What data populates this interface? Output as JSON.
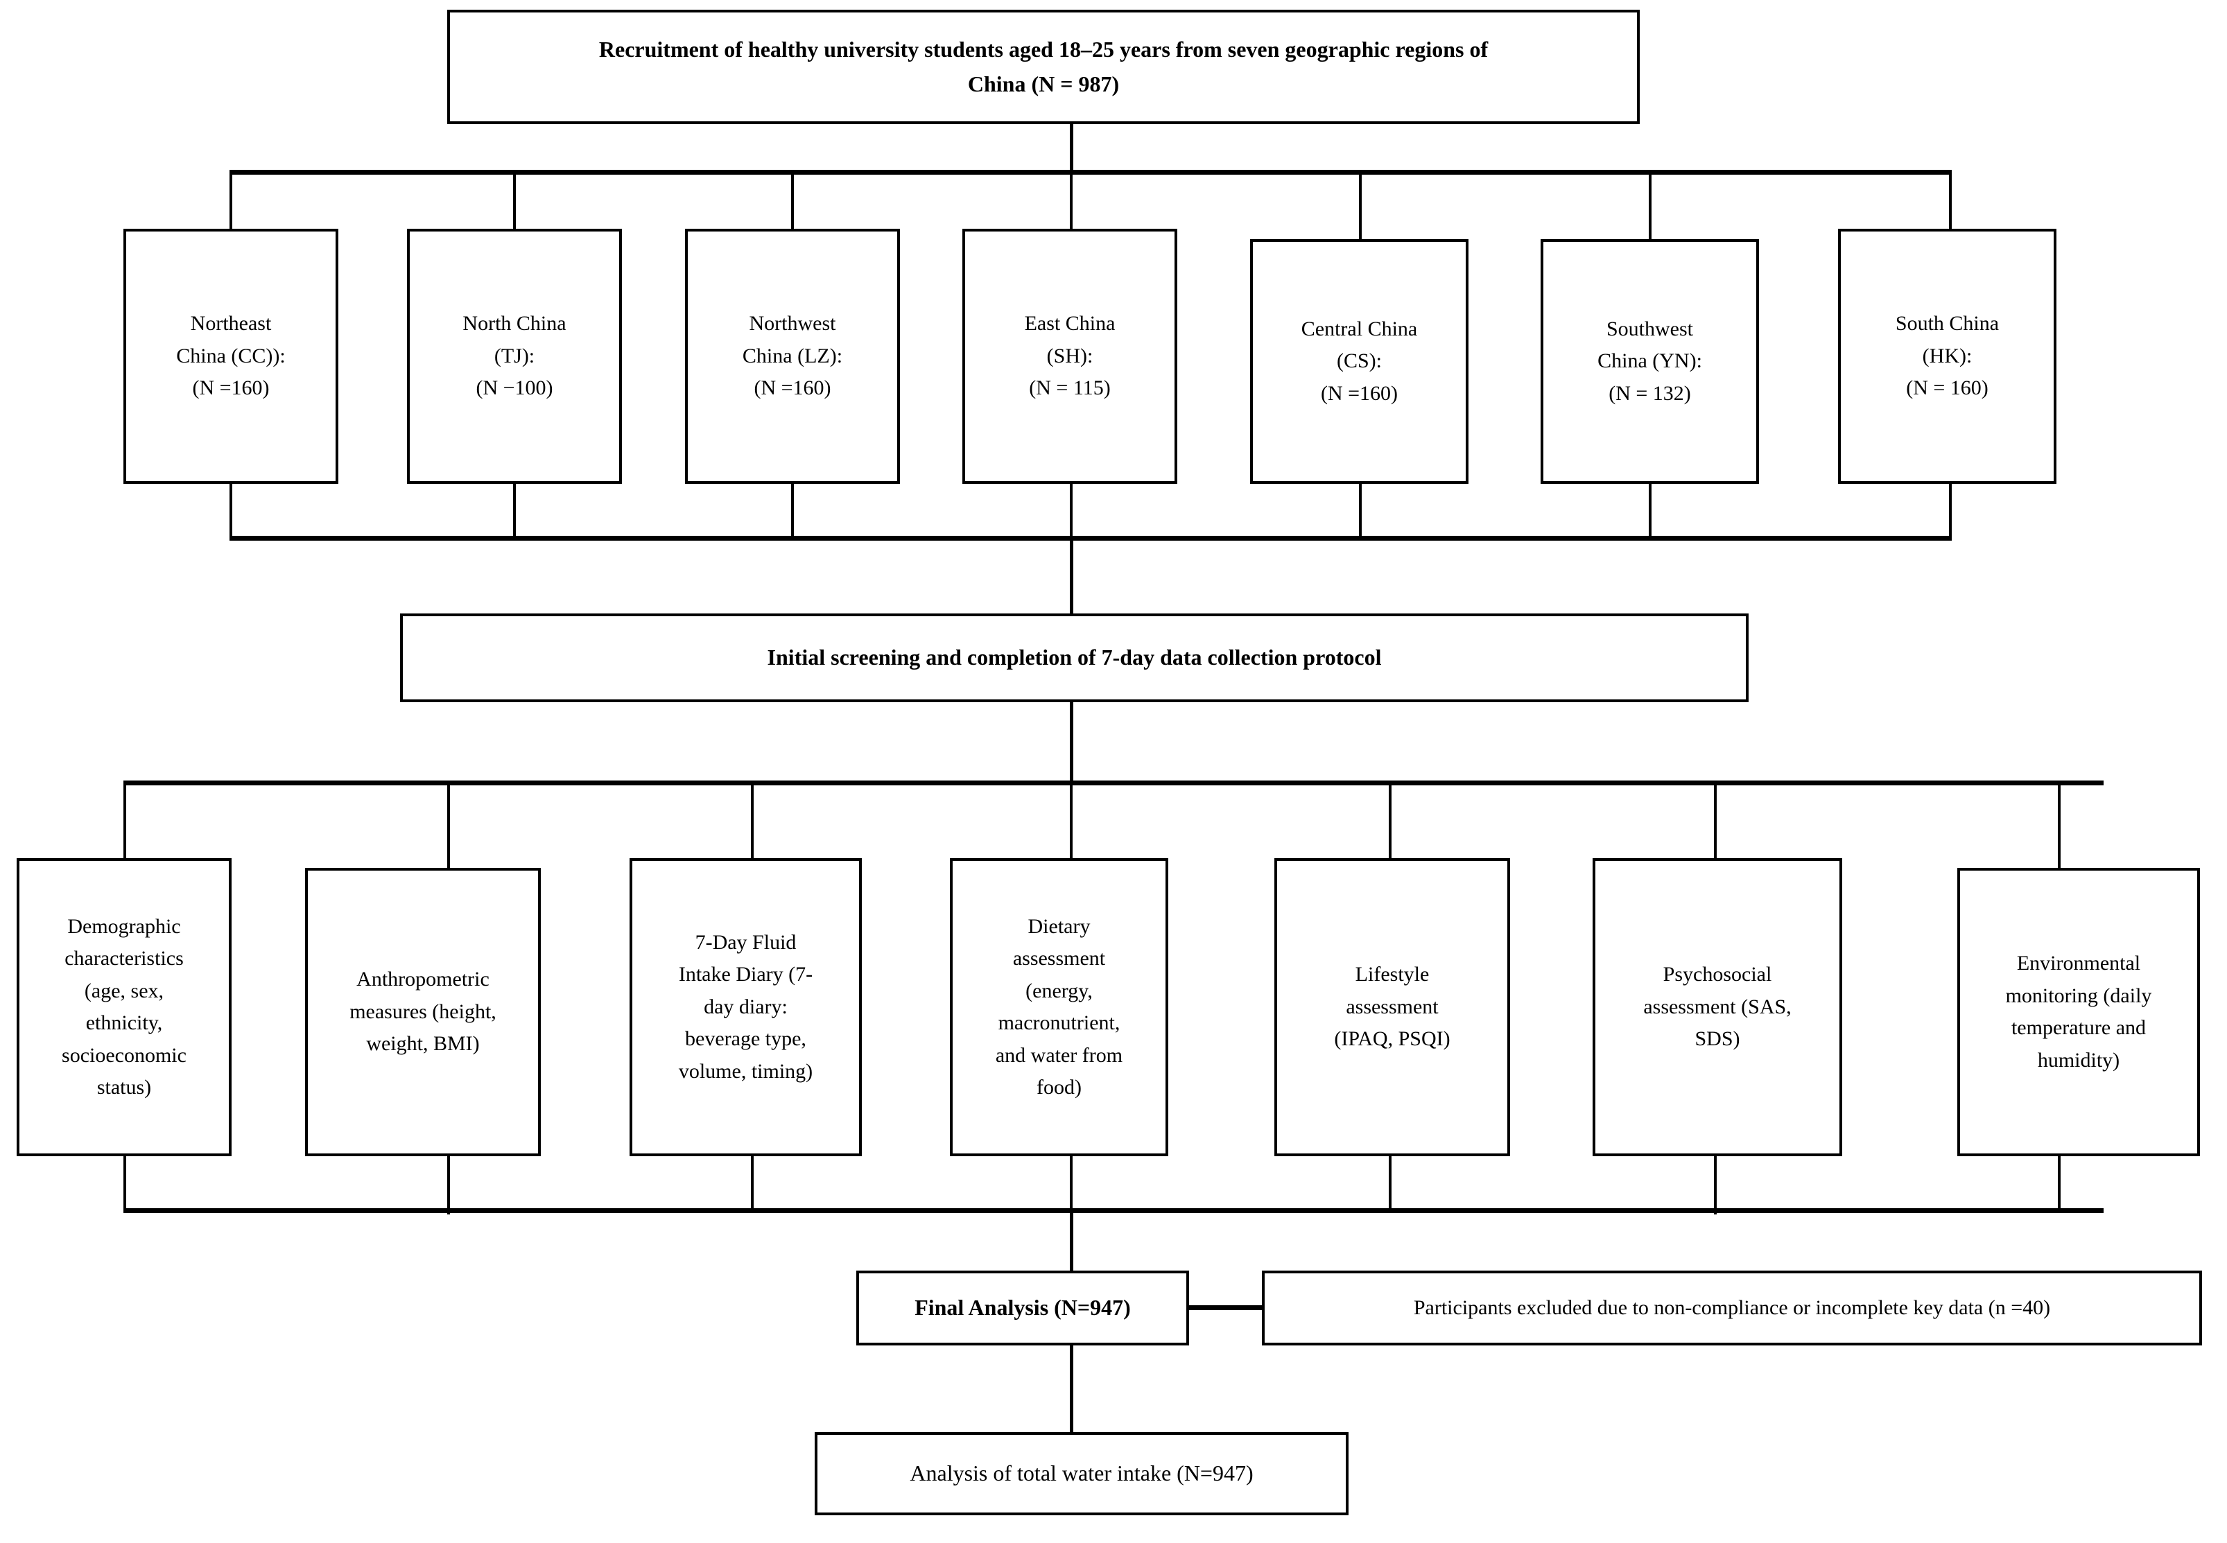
{
  "diagram": {
    "title_note": "Participant recruitment and data collection flow diagram",
    "colors": {
      "line": "#000000",
      "box_fill": "#ffffff",
      "text": "#000000"
    }
  },
  "recruitment": {
    "label": "Recruitment of healthy university students aged 18–25 years from seven geographic regions of\nChina (N = 987)"
  },
  "regions": [
    {
      "name": "region-northeast-china",
      "label": "Northeast\nChina (CC)):\n(N =160)"
    },
    {
      "name": "region-north-china",
      "label": "North China\n(TJ):\n(N −100)"
    },
    {
      "name": "region-northwest-china",
      "label": "Northwest\nChina (LZ):\n(N =160)"
    },
    {
      "name": "region-east-china",
      "label": "East China\n(SH):\n(N = 115)"
    },
    {
      "name": "region-central-china",
      "label": "Central China\n(CS):\n(N =160)"
    },
    {
      "name": "region-southwest-china",
      "label": "Southwest\nChina (YN):\n(N = 132)"
    },
    {
      "name": "region-south-china",
      "label": "South China\n(HK):\n(N = 160)"
    }
  ],
  "screening": {
    "label": "Initial screening and completion of 7-day data collection protocol"
  },
  "assessments": [
    {
      "name": "assessment-demographic",
      "label": "Demographic\ncharacteristics\n(age, sex,\nethnicity,\nsocioeconomic\nstatus)"
    },
    {
      "name": "assessment-anthropometric",
      "label": "Anthropometric\nmeasures (height,\nweight, BMI)"
    },
    {
      "name": "assessment-fluid-diary",
      "label": "7-Day Fluid\nIntake Diary (7-\nday diary:\nbeverage type,\nvolume, timing)"
    },
    {
      "name": "assessment-dietary",
      "label": "Dietary\nassessment\n(energy,\nmacronutrient,\nand water from\nfood)"
    },
    {
      "name": "assessment-lifestyle",
      "label": "Lifestyle\nassessment\n(IPAQ, PSQI)"
    },
    {
      "name": "assessment-psychosocial",
      "label": "Psychosocial\nassessment (SAS,\nSDS)"
    },
    {
      "name": "assessment-environmental",
      "label": "Environmental\nmonitoring (daily\ntemperature and\nhumidity)"
    }
  ],
  "final_analysis": {
    "label": "Final Analysis (N=947)"
  },
  "exclusions": {
    "label": "Participants excluded due to non-compliance or incomplete key data (n =40)"
  },
  "outcome": {
    "label": "Analysis of total water intake (N=947)"
  }
}
